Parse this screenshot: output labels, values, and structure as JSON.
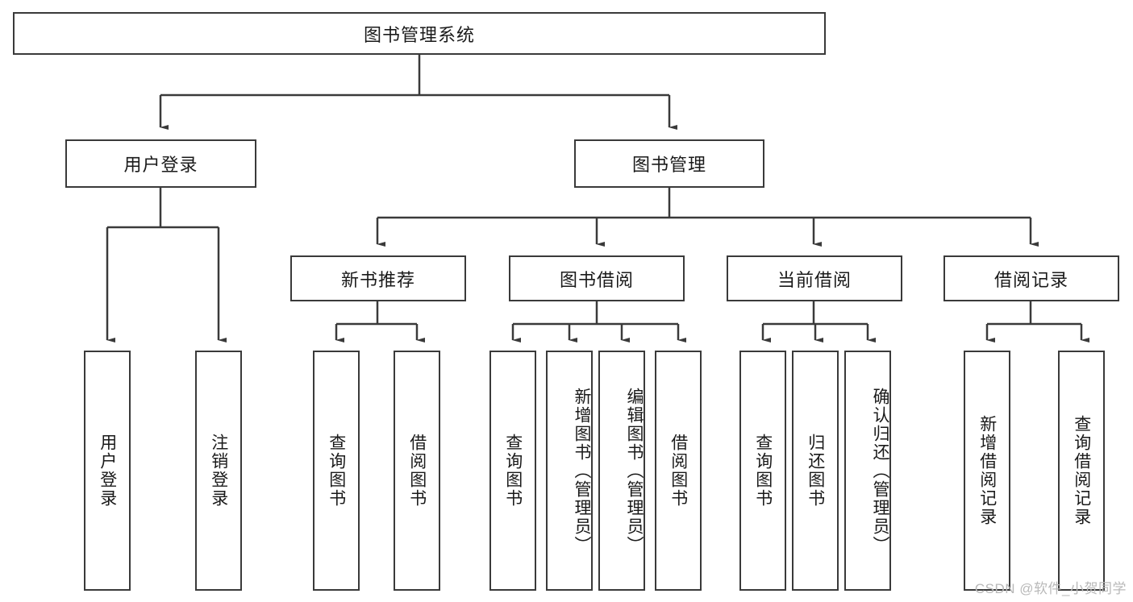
{
  "diagram": {
    "type": "hierarchy-tree",
    "title_node": {
      "label": "图书管理系统"
    },
    "level2": [
      {
        "id": "user-login",
        "label": "用户登录"
      },
      {
        "id": "book-management",
        "label": "图书管理"
      }
    ],
    "level3": [
      {
        "id": "new-book-recommend",
        "label": "新书推荐"
      },
      {
        "id": "book-borrow",
        "label": "图书借阅"
      },
      {
        "id": "current-borrow",
        "label": "当前借阅"
      },
      {
        "id": "borrow-record",
        "label": "借阅记录"
      }
    ],
    "leaves": {
      "user_login": [
        {
          "id": "leaf-user-login",
          "label": "用户登录"
        },
        {
          "id": "leaf-logout-login",
          "label": "注销登录"
        }
      ],
      "new_book_recommend": [
        {
          "id": "leaf-query-book-1",
          "label": "查询图书"
        },
        {
          "id": "leaf-borrow-book-1",
          "label": "借阅图书"
        }
      ],
      "book_borrow": [
        {
          "id": "leaf-query-book-2",
          "label": "查询图书"
        },
        {
          "id": "leaf-add-book",
          "label": "新增图书（管理员）"
        },
        {
          "id": "leaf-edit-book",
          "label": "编辑图书（管理员）"
        },
        {
          "id": "leaf-borrow-book-2",
          "label": "借阅图书"
        }
      ],
      "current_borrow": [
        {
          "id": "leaf-query-book-3",
          "label": "查询图书"
        },
        {
          "id": "leaf-return-book",
          "label": "归还图书"
        },
        {
          "id": "leaf-confirm-return",
          "label": "确认归还（管理员）"
        }
      ],
      "borrow_record": [
        {
          "id": "leaf-add-record",
          "label": "新增借阅记录"
        },
        {
          "id": "leaf-query-record",
          "label": "查询借阅记录"
        }
      ]
    }
  },
  "watermark": {
    "text": "CSDN @软件_小贺同学"
  },
  "colors": {
    "border": "#3a3a3a",
    "text": "#1a1a1a",
    "background": "#ffffff",
    "watermark": "#b9b9b9"
  }
}
